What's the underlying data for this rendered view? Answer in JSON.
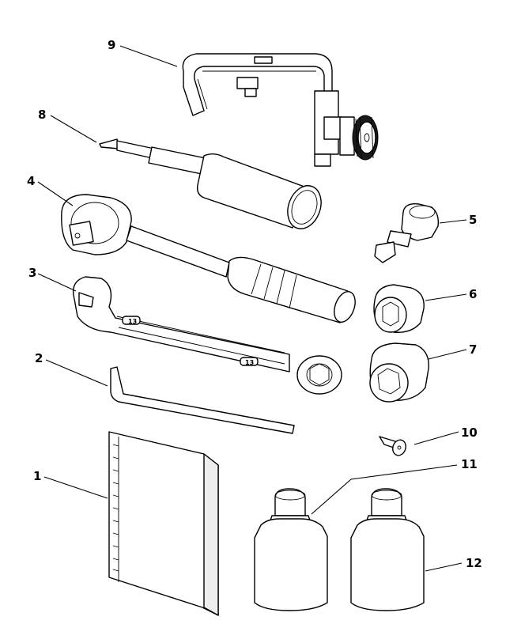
{
  "callouts": {
    "c1": "1",
    "c2": "2",
    "c3": "3",
    "c4": "4",
    "c5": "5",
    "c6": "6",
    "c7": "7",
    "c8": "8",
    "c9": "9",
    "c10": "10",
    "c11": "11",
    "c12": "12"
  },
  "wrench_marks": {
    "m1": "13",
    "m2": "13"
  }
}
